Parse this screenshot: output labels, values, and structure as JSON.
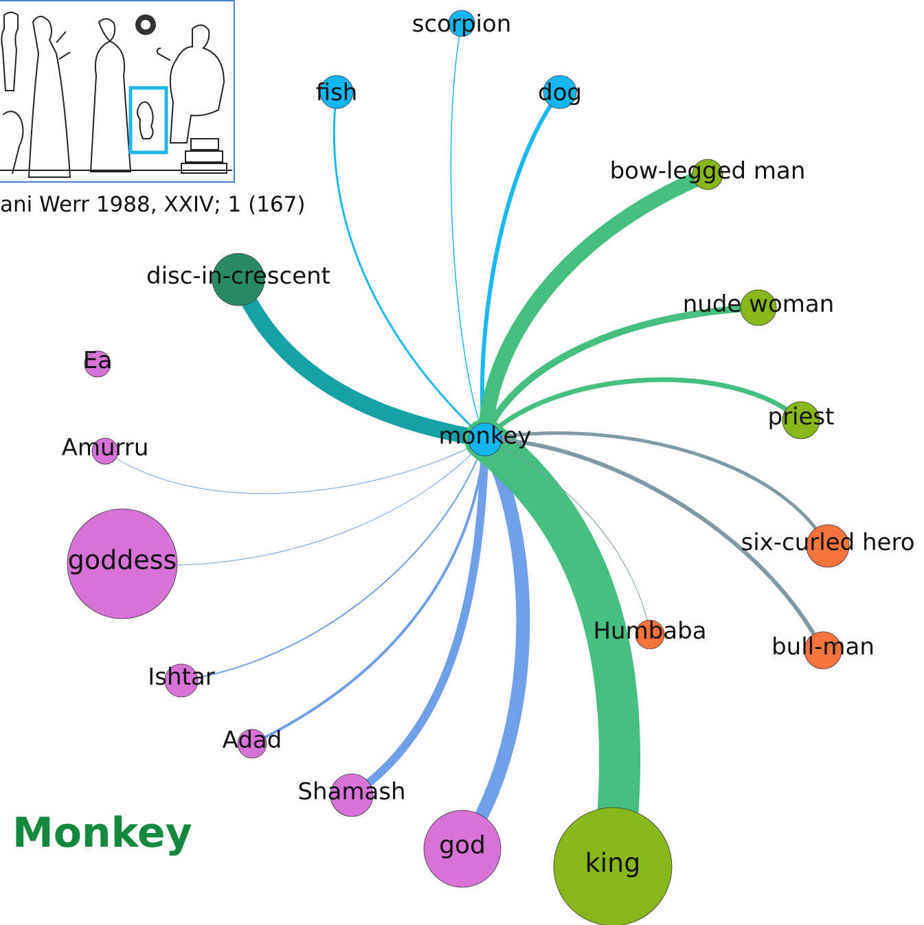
{
  "title": "Monkey",
  "inset": {
    "caption": "ani Werr 1988, XXIV; 1 (167)",
    "border_color": "#4a7fd0",
    "highlight_color": "#1fb6e8"
  },
  "colors": {
    "blue_node": "#14b6ef",
    "green_node": "#87b71b",
    "teal_node": "#2a8a66",
    "pink_node": "#d773d7",
    "orange_node": "#f8743f",
    "green_edge": "#45bf80",
    "teal_edge": "#16a1a6",
    "slate_edge": "#7d9aa6",
    "blue_edge": "#6f9fe6",
    "cyan_edge": "#19b8ee"
  },
  "center": {
    "label": "monkey",
    "color": "blue_node"
  },
  "nodes": [
    {
      "id": "scorpion",
      "label": "scorpion",
      "color": "blue_node"
    },
    {
      "id": "fish",
      "label": "fish",
      "color": "blue_node"
    },
    {
      "id": "dog",
      "label": "dog",
      "color": "blue_node"
    },
    {
      "id": "bow-legged-man",
      "label": "bow-legged man",
      "color": "green_node"
    },
    {
      "id": "nude-woman",
      "label": "nude woman",
      "color": "green_node"
    },
    {
      "id": "priest",
      "label": "priest",
      "color": "green_node"
    },
    {
      "id": "disc-in-crescent",
      "label": "disc-in-crescent",
      "color": "teal_node"
    },
    {
      "id": "ea",
      "label": "Ea",
      "color": "pink_node"
    },
    {
      "id": "amurru",
      "label": "Amurru",
      "color": "pink_node"
    },
    {
      "id": "goddess",
      "label": "goddess",
      "color": "pink_node"
    },
    {
      "id": "ishtar",
      "label": "Ishtar",
      "color": "pink_node"
    },
    {
      "id": "adad",
      "label": "Adad",
      "color": "pink_node"
    },
    {
      "id": "shamash",
      "label": "Shamash",
      "color": "pink_node"
    },
    {
      "id": "god",
      "label": "god",
      "color": "pink_node"
    },
    {
      "id": "king",
      "label": "king",
      "color": "green_node"
    },
    {
      "id": "humbaba",
      "label": "Humbaba",
      "color": "orange_node"
    },
    {
      "id": "six-curled-hero",
      "label": "six-curled hero",
      "color": "orange_node"
    },
    {
      "id": "bull-man",
      "label": "bull-man",
      "color": "orange_node"
    }
  ]
}
